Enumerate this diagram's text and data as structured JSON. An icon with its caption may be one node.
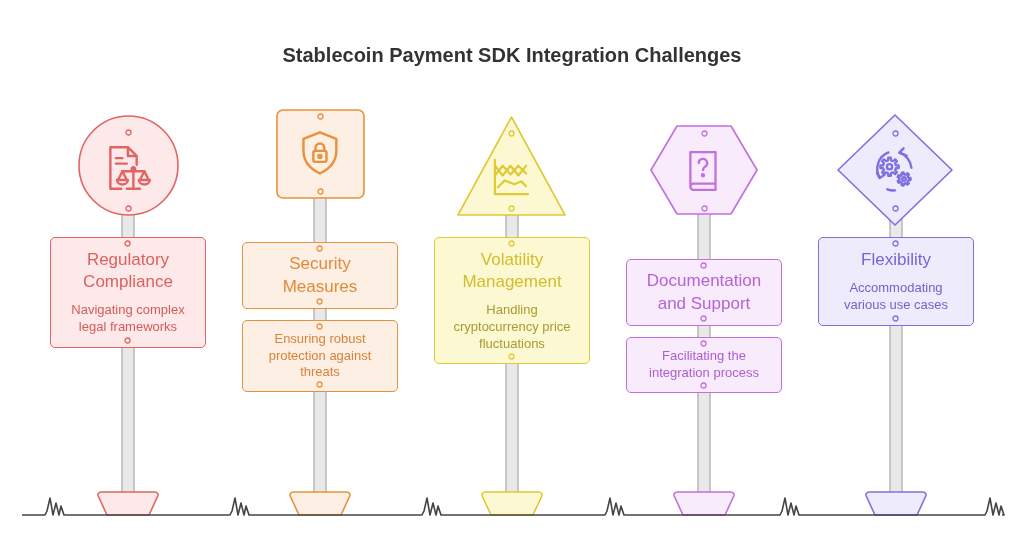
{
  "diagram": {
    "title": "Stablecoin Payment SDK Integration Challenges",
    "nodes": [
      {
        "text": [],
        "shape": "circle"
      },
      {
        "text": [
          "Regulatory Compliance",
          "Navigating complex legal frameworks"
        ]
      },
      {
        "text": [],
        "shape": "box"
      },
      {
        "text": [
          "Security Measures"
        ]
      },
      {
        "text": [
          "Ensuring robust protection against threats"
        ]
      },
      {
        "text": [],
        "shape": "triangle"
      },
      {
        "text": [
          "Volatility Management",
          "Handling cryptocurrency price fluctuations"
        ]
      },
      {
        "text": [],
        "shape": "hexagon"
      },
      {
        "text": [
          "Documentation and Support"
        ]
      },
      {
        "text": [
          "Facilitating the integration process"
        ]
      },
      {
        "text": [],
        "shape": "diamond"
      },
      {
        "text": [
          "Flexibility",
          "Accommodating various use cases"
        ]
      }
    ]
  }
}
